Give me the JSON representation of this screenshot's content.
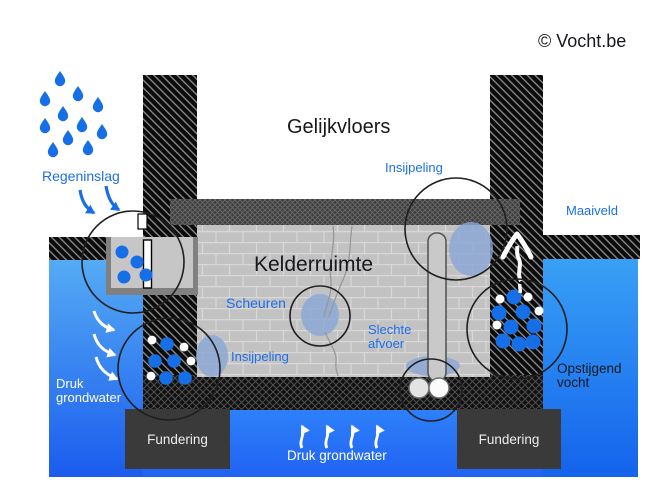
{
  "copyright": "© Vocht.be",
  "rooms": {
    "ground_floor": "Gelijkvloers",
    "basement": "Kelderruimte"
  },
  "annotations": {
    "rain_impact": "Regeninslag",
    "seepage_ceiling": "Insijpeling",
    "ground_level": "Maaiveld",
    "cracks": "Scheuren",
    "seepage_wall": "Insijpeling",
    "bad_drainage": {
      "line1": "Slechte",
      "line2": "afvoer"
    },
    "groundwater_pressure_side": {
      "line1": "Druk",
      "line2": "grondwater"
    },
    "rising_damp": {
      "line1": "Opstijgend",
      "line2": "vocht"
    },
    "groundwater_pressure_bottom": "Druk grondwater",
    "foundation_left": "Fundering",
    "foundation_right": "Fundering"
  },
  "colors": {
    "label_blue": "#1d6fe8",
    "drop_blue": "#176fe8",
    "water_light": "#55abf4",
    "water_dark": "#1b5cee",
    "foundation_gray": "#3a3a3a",
    "damp_spot_blue": "#8aa6d6",
    "wall_black": "#0b0b0b"
  }
}
